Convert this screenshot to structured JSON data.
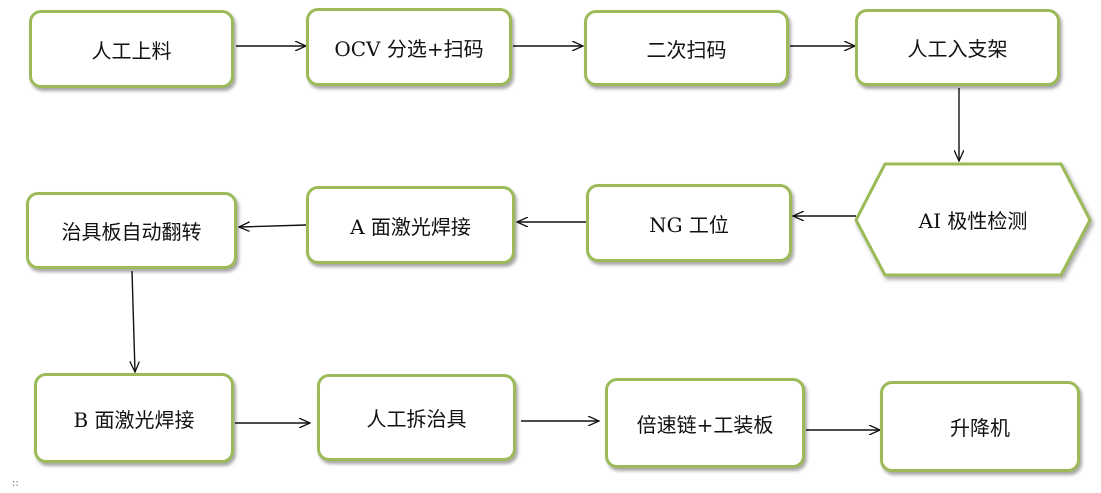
{
  "colors": {
    "border": "#9bbb59",
    "arrow": "#111111",
    "text": "#111111"
  },
  "diagram": {
    "type": "flowchart",
    "nodes": [
      {
        "id": "n1",
        "label": "人工上料"
      },
      {
        "id": "n2",
        "label": "OCV 分选+扫码"
      },
      {
        "id": "n3",
        "label": "二次扫码"
      },
      {
        "id": "n4",
        "label": "人工入支架"
      },
      {
        "id": "n5",
        "label": "AI 极性检测",
        "shape": "hexagon"
      },
      {
        "id": "n6",
        "label": "NG 工位"
      },
      {
        "id": "n7",
        "label": "A 面激光焊接"
      },
      {
        "id": "n8",
        "label": "治具板自动翻转"
      },
      {
        "id": "n9",
        "label": "B 面激光焊接"
      },
      {
        "id": "n10",
        "label": "人工拆治具"
      },
      {
        "id": "n11",
        "label": "倍速链+工装板"
      },
      {
        "id": "n12",
        "label": "升降机"
      }
    ],
    "edges": [
      {
        "from": "n1",
        "to": "n2"
      },
      {
        "from": "n2",
        "to": "n3"
      },
      {
        "from": "n3",
        "to": "n4"
      },
      {
        "from": "n4",
        "to": "n5"
      },
      {
        "from": "n5",
        "to": "n6"
      },
      {
        "from": "n6",
        "to": "n7"
      },
      {
        "from": "n7",
        "to": "n8"
      },
      {
        "from": "n8",
        "to": "n9"
      },
      {
        "from": "n9",
        "to": "n10"
      },
      {
        "from": "n10",
        "to": "n11"
      },
      {
        "from": "n11",
        "to": "n12"
      }
    ]
  },
  "footer_mark": "::"
}
